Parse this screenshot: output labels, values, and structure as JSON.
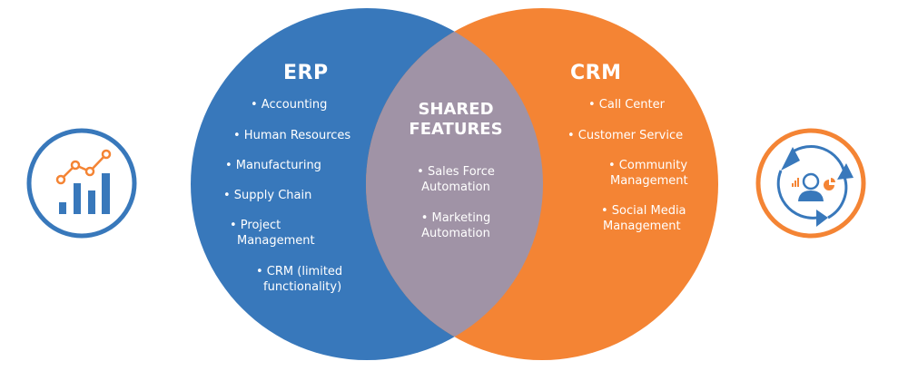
{
  "colors": {
    "erp": "#3878bb",
    "crm": "#f48434",
    "overlap": "#a093a6",
    "text": "#ffffff"
  },
  "erp": {
    "title": "ERP",
    "items": [
      {
        "line1": "• Accounting"
      },
      {
        "line1": "• Human Resources"
      },
      {
        "line1": "• Manufacturing"
      },
      {
        "line1": "• Supply Chain"
      },
      {
        "line1": "• Project",
        "line2": "Management"
      },
      {
        "line1": "• CRM (limited",
        "line2": "functionality)"
      }
    ],
    "icon": "analytics-chart-icon"
  },
  "shared": {
    "title_line1": "SHARED",
    "title_line2": "FEATURES",
    "items": [
      {
        "line1": "• Sales Force",
        "line2": "Automation"
      },
      {
        "line1": "• Marketing",
        "line2": "Automation"
      }
    ]
  },
  "crm": {
    "title": "CRM",
    "items": [
      {
        "line1": "• Call Center"
      },
      {
        "line1": "• Customer Service"
      },
      {
        "line1": "• Community",
        "line2": "Management"
      },
      {
        "line1": "• Social Media",
        "line2": "Management"
      }
    ],
    "icon": "customer-cycle-icon"
  }
}
